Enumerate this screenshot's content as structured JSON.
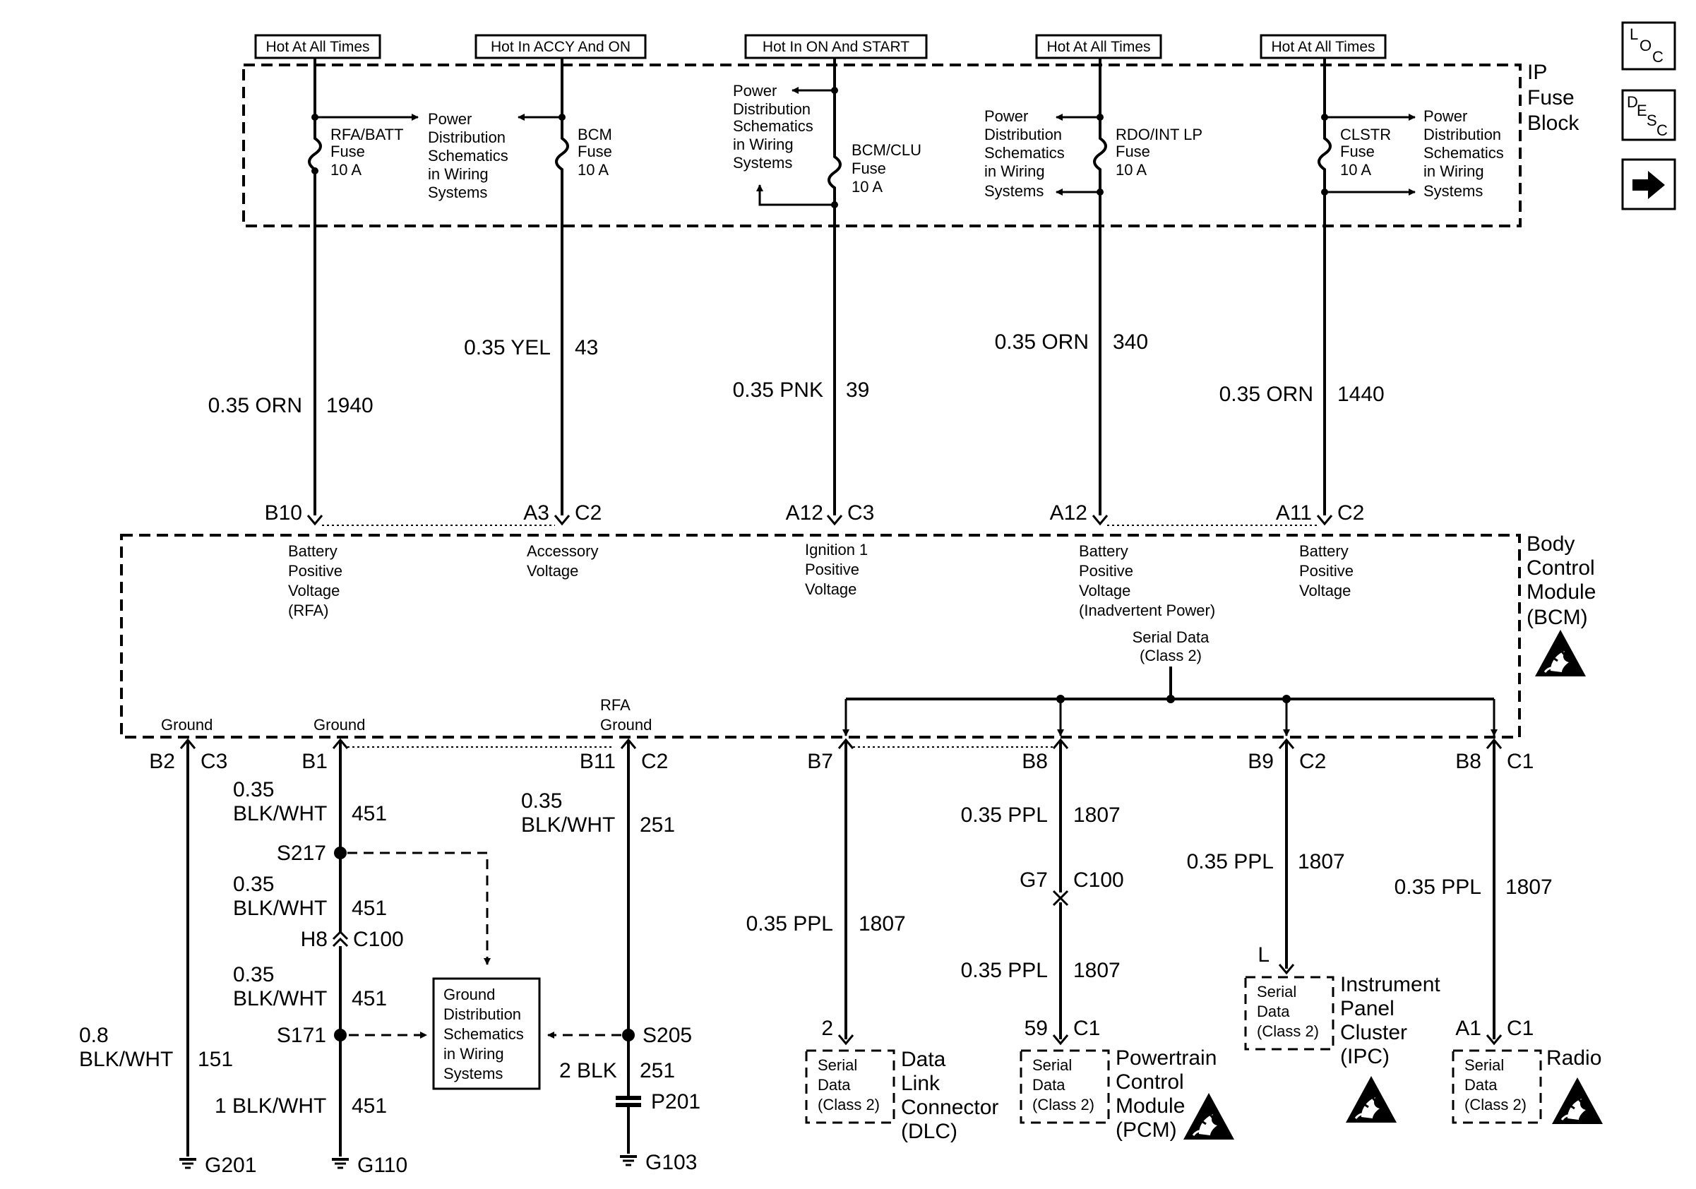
{
  "nav": {
    "loc_label": "LOC",
    "desc_label": "DESC",
    "next_icon": "right-arrow-icon"
  },
  "fuse_block": {
    "name_line1": "IP",
    "name_line2": "Fuse",
    "name_line3": "Block"
  },
  "bcm": {
    "name_line1": "Body",
    "name_line2": "Control",
    "name_line3": "Module",
    "name_line4": "(BCM)",
    "esd_icon": "esd-sensitive-icon"
  },
  "circuits": [
    {
      "hot": "Hot At All Times",
      "fuse_line1": "RFA/BATT",
      "fuse_line2": "Fuse",
      "fuse_line3": "10 A",
      "pd_line1": "Power",
      "pd_line2": "Distribution",
      "pd_line3": "Schematics",
      "pd_line4": "in Wiring",
      "pd_line5": "Systems",
      "wire": "0.35 ORN",
      "number": "1940",
      "pin": "B10",
      "connector": "",
      "desc_line1": "Battery",
      "desc_line2": "Positive",
      "desc_line3": "Voltage",
      "desc_line4": "(RFA)"
    },
    {
      "hot": "Hot In ACCY And ON",
      "fuse_line1": "BCM",
      "fuse_line2": "Fuse",
      "fuse_line3": "10 A",
      "wire": "0.35 YEL",
      "number": "43",
      "pin": "A3",
      "connector": "C2",
      "desc_line1": "Accessory",
      "desc_line2": "Voltage"
    },
    {
      "hot": "Hot In ON And START",
      "fuse_line1": "BCM/CLU",
      "fuse_line2": "Fuse",
      "fuse_line3": "10 A",
      "pd_line1": "Power",
      "pd_line2": "Distribution",
      "pd_line3": "Schematics",
      "pd_line4": "in Wiring",
      "pd_line5": "Systems",
      "wire": "0.35 PNK",
      "number": "39",
      "pin": "A12",
      "connector": "C3",
      "desc_line1": "Ignition 1",
      "desc_line2": "Positive",
      "desc_line3": "Voltage"
    },
    {
      "hot": "Hot At All Times",
      "fuse_line1": "RDO/INT LP",
      "fuse_line2": "Fuse",
      "fuse_line3": "10 A",
      "pd_line1": "Power",
      "pd_line2": "Distribution",
      "pd_line3": "Schematics",
      "pd_line4": "in Wiring",
      "pd_line5": "Systems",
      "wire": "0.35 ORN",
      "number": "340",
      "pin": "A12",
      "connector": "",
      "desc_line1": "Battery",
      "desc_line2": "Positive",
      "desc_line3": "Voltage",
      "desc_line4": "(Inadvertent Power)"
    },
    {
      "hot": "Hot At All Times",
      "fuse_line1": "CLSTR",
      "fuse_line2": "Fuse",
      "fuse_line3": "10 A",
      "pd_line1": "Power",
      "pd_line2": "Distribution",
      "pd_line3": "Schematics",
      "pd_line4": "in Wiring",
      "pd_line5": "Systems",
      "wire": "0.35 ORN",
      "number": "1440",
      "pin": "A11",
      "connector": "C2",
      "desc_line1": "Battery",
      "desc_line2": "Positive",
      "desc_line3": "Voltage"
    }
  ],
  "grounds": {
    "g1_label": "Ground",
    "g1_pin": "B2",
    "g1_conn": "C3",
    "g1_wire1": "0.8",
    "g1_wire2": "BLK/WHT",
    "g1_num": "151",
    "g1_ground": "G201",
    "g2_label": "Ground",
    "g2_pin": "B1",
    "g2_w1a": "0.35",
    "g2_w1b": "BLK/WHT",
    "g2_n1": "451",
    "g2_splice1": "S217",
    "g2_w2a": "0.35",
    "g2_w2b": "BLK/WHT",
    "g2_n2": "451",
    "g2_pin2": "H8",
    "g2_conn2": "C100",
    "g2_w3a": "0.35",
    "g2_w3b": "BLK/WHT",
    "g2_n3": "451",
    "g2_splice2": "S171",
    "g2_w4": "1 BLK/WHT",
    "g2_n4": "451",
    "g2_ground": "G110",
    "g3_label1": "RFA",
    "g3_label2": "Ground",
    "g3_pin": "B11",
    "g3_conn": "C2",
    "g3_w1a": "0.35",
    "g3_w1b": "BLK/WHT",
    "g3_n1": "251",
    "g3_splice": "S205",
    "g3_w2": "2 BLK",
    "g3_n2": "251",
    "g3_pass": "P201",
    "g3_ground": "G103",
    "gd_line1": "Ground",
    "gd_line2": "Distribution",
    "gd_line3": "Schematics",
    "gd_line4": "in Wiring",
    "gd_line5": "Systems"
  },
  "serial": {
    "label1": "Serial Data",
    "label2": "(Class 2)",
    "box_line1": "Serial",
    "box_line2": "Data",
    "box_line3": "(Class 2)",
    "dlc_pin": "B7",
    "dlc_wire": "0.35 PPL",
    "dlc_num": "1807",
    "dlc_end_pin": "2",
    "dlc_name1": "Data",
    "dlc_name2": "Link",
    "dlc_name3": "Connector",
    "dlc_name4": "(DLC)",
    "pcm_pin": "B8",
    "pcm_wire1": "0.35 PPL",
    "pcm_num1": "1807",
    "pcm_pin2": "G7",
    "pcm_conn2": "C100",
    "pcm_wire2": "0.35 PPL",
    "pcm_num2": "1807",
    "pcm_end_pin": "59",
    "pcm_end_conn": "C1",
    "pcm_name1": "Powertrain",
    "pcm_name2": "Control",
    "pcm_name3": "Module",
    "pcm_name4": "(PCM)",
    "ipc_pin": "B9",
    "ipc_conn": "C2",
    "ipc_wire": "0.35 PPL",
    "ipc_num": "1807",
    "ipc_end_pin": "L",
    "ipc_name1": "Instrument",
    "ipc_name2": "Panel",
    "ipc_name3": "Cluster",
    "ipc_name4": "(IPC)",
    "rad_pin": "B8",
    "rad_conn": "C1",
    "rad_wire": "0.35 PPL",
    "rad_num": "1807",
    "rad_end_pin": "A1",
    "rad_end_conn": "C1",
    "rad_name": "Radio"
  }
}
